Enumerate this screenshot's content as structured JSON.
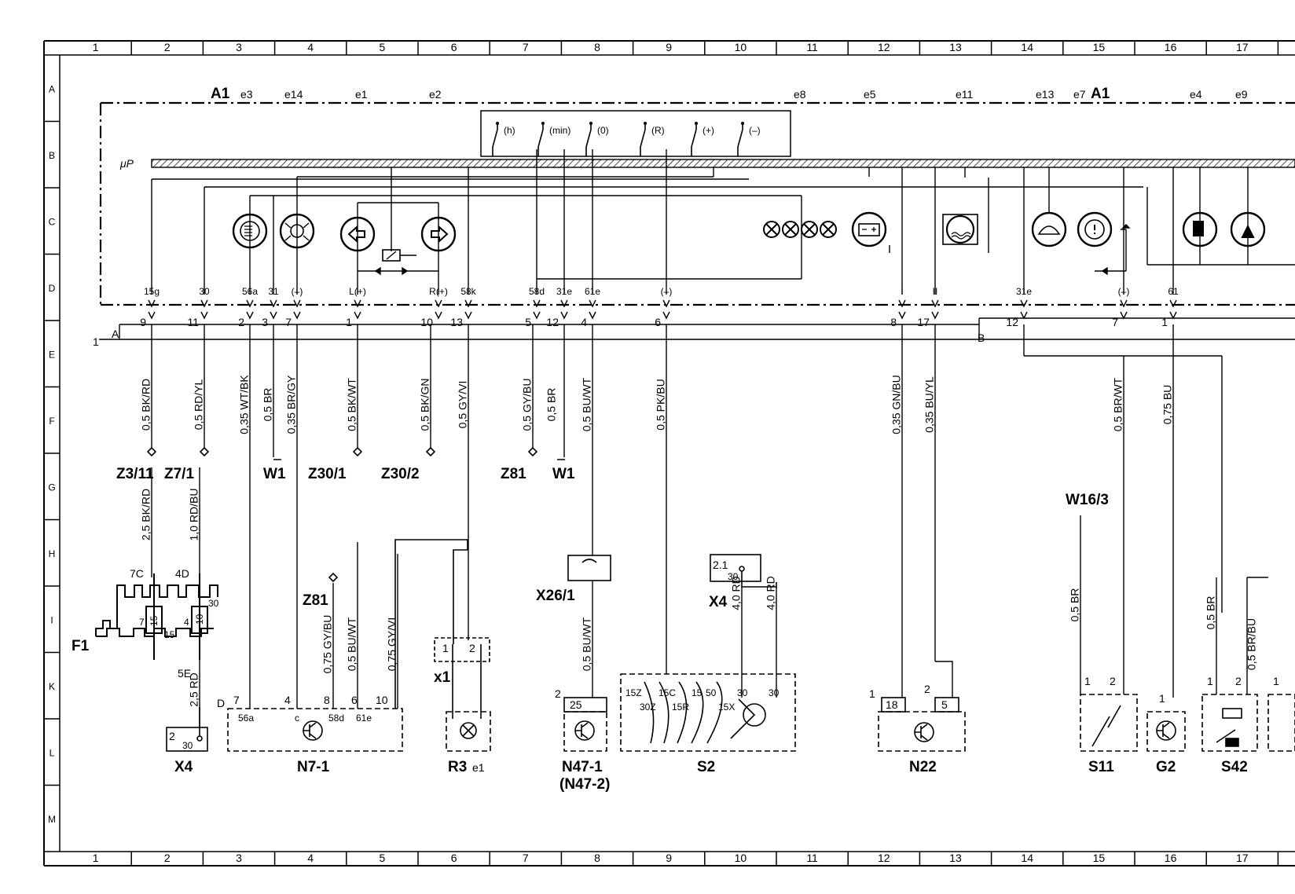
{
  "grid": {
    "columns": [
      "1",
      "2",
      "3",
      "4",
      "5",
      "6",
      "7",
      "8",
      "9",
      "10",
      "11",
      "12",
      "13",
      "14",
      "15",
      "16",
      "17"
    ],
    "rows": [
      "A",
      "B",
      "C",
      "D",
      "E",
      "F",
      "G",
      "H",
      "I",
      "K",
      "L",
      "M"
    ]
  },
  "module": {
    "label": "A1",
    "label_right": "A1",
    "mu_p": "μP",
    "sub_labels": [
      "e3",
      "e14",
      "e1",
      "e2",
      "e8",
      "e5",
      "e11",
      "e13",
      "e7",
      "e4",
      "e9"
    ],
    "switches": [
      "(h)",
      "(min)",
      "(0)",
      "(R)",
      "(+)",
      "(–)"
    ]
  },
  "pins": [
    {
      "signal": "15g",
      "num": "9"
    },
    {
      "signal": "30",
      "num": "11"
    },
    {
      "signal": "56a",
      "num": "2"
    },
    {
      "signal": "31",
      "num": "3"
    },
    {
      "signal": "(–)",
      "num": "7"
    },
    {
      "signal": "L(+)",
      "num": "1"
    },
    {
      "signal": "R(+)",
      "num": "10"
    },
    {
      "signal": "58k",
      "num": "13"
    },
    {
      "signal": "58d",
      "num": "5"
    },
    {
      "signal": "31e",
      "num": "12"
    },
    {
      "signal": "61e",
      "num": "4"
    },
    {
      "signal": "(–)",
      "num": "6"
    },
    {
      "signal": "I",
      "num": "8"
    },
    {
      "signal": "II",
      "num": "17"
    },
    {
      "signal": "31e",
      "num": "12"
    },
    {
      "signal": "(–)",
      "num": "7"
    },
    {
      "signal": "61",
      "num": "1"
    }
  ],
  "connector_labels": {
    "left_num": "1",
    "a": "A",
    "b": "B"
  },
  "wires": [
    "0,5 BK/RD",
    "0,5 RD/YL",
    "0,35 WT/BK",
    "0,5 BR",
    "0,35 BR/GY",
    "0,5 BK/WT",
    "0,5 BK/GN",
    "0,5 GY/VI",
    "0,5 GY/BU",
    "0,5 BR",
    "0,5 BU/WT",
    "0,5 PK/BU",
    "0,35 GN/BU",
    "0,35 BU/YL",
    "0,5 BR/WT",
    "0,75 BU",
    "2,5 BK/RD",
    "1,0 RD/BU",
    "2,5 RD",
    "0,75 GY/BU",
    "0,5 BU/WT",
    "0,75 GY/VI",
    "0,5 BU/WT",
    "4,0 RD",
    "4,0 RD",
    "0,5 BR",
    "0,5 BR",
    "0,5 BR/BU"
  ],
  "components": {
    "Z3_11": "Z3/11",
    "Z7_1": "Z7/1",
    "W1a": "W1",
    "Z30_1": "Z30/1",
    "Z30_2": "Z30/2",
    "Z81a": "Z81",
    "W1b": "W1",
    "W16_3": "W16/3",
    "F1": "F1",
    "fuse_7C": "7C",
    "fuse_4D": "4D",
    "fuse_5E": "5E",
    "fuse_7": "7",
    "fuse_15": "15",
    "fuse_15b": "15",
    "fuse_4": "4",
    "fuse_10": "10",
    "fuse_30": "30",
    "X4a": "X4",
    "X4a_pin": "2",
    "X4a_pin30": "30",
    "Z81b": "Z81",
    "N7_1": "N7-1",
    "N7_D": "D",
    "N7_pins": [
      "7",
      "4",
      "8",
      "6",
      "10"
    ],
    "N7_sig": [
      "56a",
      "c",
      "58d",
      "61e"
    ],
    "X26_1": "X26/1",
    "x1": "x1",
    "x1_pins": [
      "1",
      "2"
    ],
    "R3": "R3",
    "R3_e1": "e1",
    "X4b": "X4",
    "X4b_pin": "2.1",
    "X4b_30": "30",
    "N47_1": "N47-1",
    "N47_2": "(N47-2)",
    "N47_pin_num": "2",
    "N47_pin": "25",
    "S2": "S2",
    "S2_pins": [
      "15Z",
      "15C",
      "15",
      "50",
      "30",
      "30"
    ],
    "S2_sub": [
      "30Z",
      "15R",
      "15X"
    ],
    "N22": "N22",
    "N22_p1": "1",
    "N22_p2": "2",
    "N22_p18": "18",
    "N22_p5": "5",
    "S11": "S11",
    "S11_p1": "1",
    "S11_p2": "2",
    "G2": "G2",
    "G2_p": "1",
    "S42": "S42",
    "S42_p1": "1",
    "S42_p2": "2",
    "S42_p1b": "1"
  }
}
